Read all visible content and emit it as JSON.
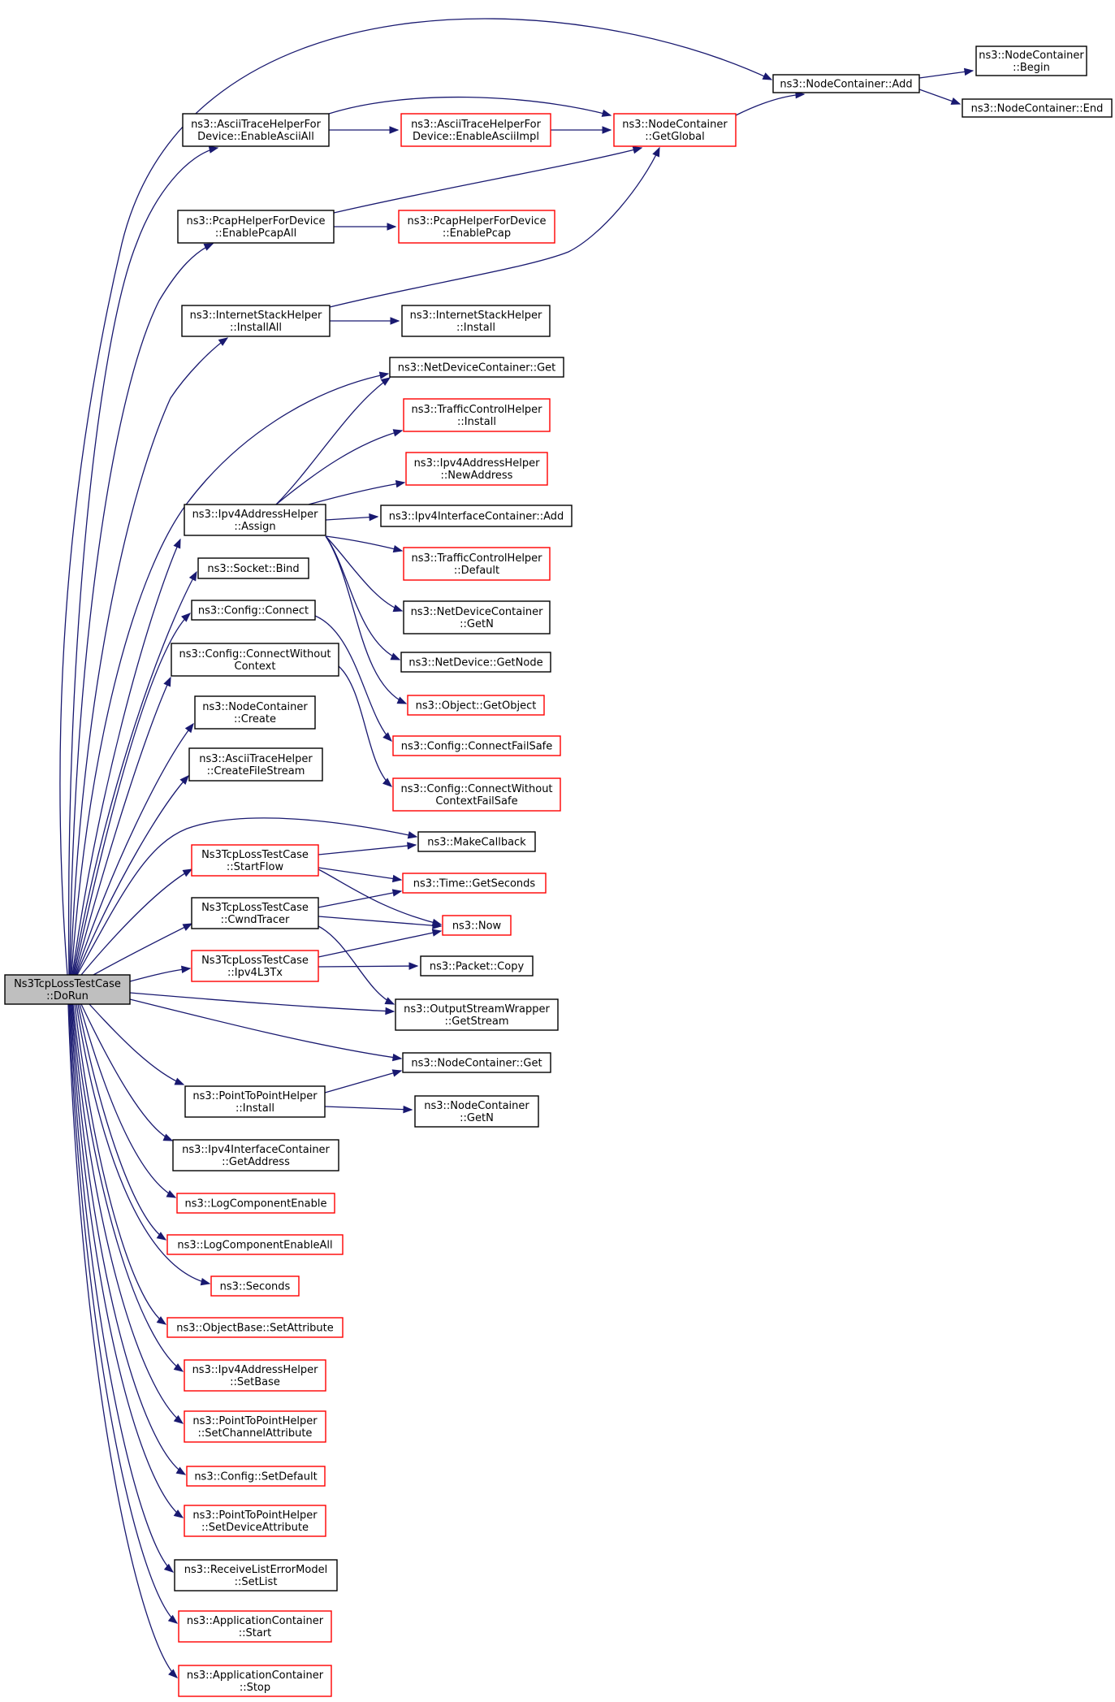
{
  "diagram": {
    "type": "call-graph",
    "colors": {
      "edge": "#191970",
      "root_fill": "#bfbfbf",
      "node_border_default": "#000000",
      "node_border_truncated": "#ff0000"
    },
    "nodes": [
      {
        "id": "root",
        "lines": [
          "Ns3TcpLossTestCase",
          "::DoRun"
        ],
        "border": "root"
      },
      {
        "id": "nc_add",
        "lines": [
          "ns3::NodeContainer::Add"
        ],
        "border": "black"
      },
      {
        "id": "nc_begin",
        "lines": [
          "ns3::NodeContainer",
          "::Begin"
        ],
        "border": "black"
      },
      {
        "id": "nc_end",
        "lines": [
          "ns3::NodeContainer::End"
        ],
        "border": "black"
      },
      {
        "id": "ath_all",
        "lines": [
          "ns3::AsciiTraceHelperFor",
          "Device::EnableAsciiAll"
        ],
        "border": "black"
      },
      {
        "id": "ath_impl",
        "lines": [
          "ns3::AsciiTraceHelperFor",
          "Device::EnableAsciiImpl"
        ],
        "border": "red"
      },
      {
        "id": "nc_global",
        "lines": [
          "ns3::NodeContainer",
          "::GetGlobal"
        ],
        "border": "red"
      },
      {
        "id": "pcap_all",
        "lines": [
          "ns3::PcapHelperForDevice",
          "::EnablePcapAll"
        ],
        "border": "black"
      },
      {
        "id": "pcap",
        "lines": [
          "ns3::PcapHelperForDevice",
          "::EnablePcap"
        ],
        "border": "red"
      },
      {
        "id": "ish_all",
        "lines": [
          "ns3::InternetStackHelper",
          "::InstallAll"
        ],
        "border": "black"
      },
      {
        "id": "ish_inst",
        "lines": [
          "ns3::InternetStackHelper",
          "::Install"
        ],
        "border": "black"
      },
      {
        "id": "ndc_get",
        "lines": [
          "ns3::NetDeviceContainer::Get"
        ],
        "border": "black"
      },
      {
        "id": "tch_inst",
        "lines": [
          "ns3::TrafficControlHelper",
          "::Install"
        ],
        "border": "red"
      },
      {
        "id": "ipv4_new",
        "lines": [
          "ns3::Ipv4AddressHelper",
          "::NewAddress"
        ],
        "border": "red"
      },
      {
        "id": "ipv4_assign",
        "lines": [
          "ns3::Ipv4AddressHelper",
          "::Assign"
        ],
        "border": "black"
      },
      {
        "id": "iic_add",
        "lines": [
          "ns3::Ipv4InterfaceContainer::Add"
        ],
        "border": "black"
      },
      {
        "id": "tch_def",
        "lines": [
          "ns3::TrafficControlHelper",
          "::Default"
        ],
        "border": "red"
      },
      {
        "id": "sock_bind",
        "lines": [
          "ns3::Socket::Bind"
        ],
        "border": "black"
      },
      {
        "id": "ndc_getn",
        "lines": [
          "ns3::NetDeviceContainer",
          "::GetN"
        ],
        "border": "black"
      },
      {
        "id": "cfg_conn",
        "lines": [
          "ns3::Config::Connect"
        ],
        "border": "black"
      },
      {
        "id": "nd_getnode",
        "lines": [
          "ns3::NetDevice::GetNode"
        ],
        "border": "black"
      },
      {
        "id": "cfg_connwo",
        "lines": [
          "ns3::Config::ConnectWithout",
          "Context"
        ],
        "border": "black"
      },
      {
        "id": "obj_getobj",
        "lines": [
          "ns3::Object::GetObject"
        ],
        "border": "red"
      },
      {
        "id": "nc_create",
        "lines": [
          "ns3::NodeContainer",
          "::Create"
        ],
        "border": "black"
      },
      {
        "id": "cfg_connfs",
        "lines": [
          "ns3::Config::ConnectFailSafe"
        ],
        "border": "red"
      },
      {
        "id": "ath_cfs",
        "lines": [
          "ns3::AsciiTraceHelper",
          "::CreateFileStream"
        ],
        "border": "black"
      },
      {
        "id": "cfg_connwofs",
        "lines": [
          "ns3::Config::ConnectWithout",
          "ContextFailSafe"
        ],
        "border": "red"
      },
      {
        "id": "make_cb",
        "lines": [
          "ns3::MakeCallback"
        ],
        "border": "black"
      },
      {
        "id": "startflow",
        "lines": [
          "Ns3TcpLossTestCase",
          "::StartFlow"
        ],
        "border": "red"
      },
      {
        "id": "time_gets",
        "lines": [
          "ns3::Time::GetSeconds"
        ],
        "border": "red"
      },
      {
        "id": "cwnd",
        "lines": [
          "Ns3TcpLossTestCase",
          "::CwndTracer"
        ],
        "border": "black"
      },
      {
        "id": "now",
        "lines": [
          "ns3::Now"
        ],
        "border": "red"
      },
      {
        "id": "ipv4l3tx",
        "lines": [
          "Ns3TcpLossTestCase",
          "::Ipv4L3Tx"
        ],
        "border": "red"
      },
      {
        "id": "pkt_copy",
        "lines": [
          "ns3::Packet::Copy"
        ],
        "border": "black"
      },
      {
        "id": "osw_gets",
        "lines": [
          "ns3::OutputStreamWrapper",
          "::GetStream"
        ],
        "border": "black"
      },
      {
        "id": "nc_get",
        "lines": [
          "ns3::NodeContainer::Get"
        ],
        "border": "black"
      },
      {
        "id": "p2p_inst",
        "lines": [
          "ns3::PointToPointHelper",
          "::Install"
        ],
        "border": "black"
      },
      {
        "id": "nc_getn",
        "lines": [
          "ns3::NodeContainer",
          "::GetN"
        ],
        "border": "black"
      },
      {
        "id": "iic_getaddr",
        "lines": [
          "ns3::Ipv4InterfaceContainer",
          "::GetAddress"
        ],
        "border": "black"
      },
      {
        "id": "log_ce",
        "lines": [
          "ns3::LogComponentEnable"
        ],
        "border": "red"
      },
      {
        "id": "log_cea",
        "lines": [
          "ns3::LogComponentEnableAll"
        ],
        "border": "red"
      },
      {
        "id": "seconds",
        "lines": [
          "ns3::Seconds"
        ],
        "border": "red"
      },
      {
        "id": "ob_setattr",
        "lines": [
          "ns3::ObjectBase::SetAttribute"
        ],
        "border": "red"
      },
      {
        "id": "ipv4_setbase",
        "lines": [
          "ns3::Ipv4AddressHelper",
          "::SetBase"
        ],
        "border": "red"
      },
      {
        "id": "p2p_setch",
        "lines": [
          "ns3::PointToPointHelper",
          "::SetChannelAttribute"
        ],
        "border": "red"
      },
      {
        "id": "cfg_setdef",
        "lines": [
          "ns3::Config::SetDefault"
        ],
        "border": "red"
      },
      {
        "id": "p2p_setdev",
        "lines": [
          "ns3::PointToPointHelper",
          "::SetDeviceAttribute"
        ],
        "border": "red"
      },
      {
        "id": "rlem_setlist",
        "lines": [
          "ns3::ReceiveListErrorModel",
          "::SetList"
        ],
        "border": "black"
      },
      {
        "id": "app_start",
        "lines": [
          "ns3::ApplicationContainer",
          "::Start"
        ],
        "border": "red"
      },
      {
        "id": "app_stop",
        "lines": [
          "ns3::ApplicationContainer",
          "::Stop"
        ],
        "border": "red"
      }
    ]
  }
}
